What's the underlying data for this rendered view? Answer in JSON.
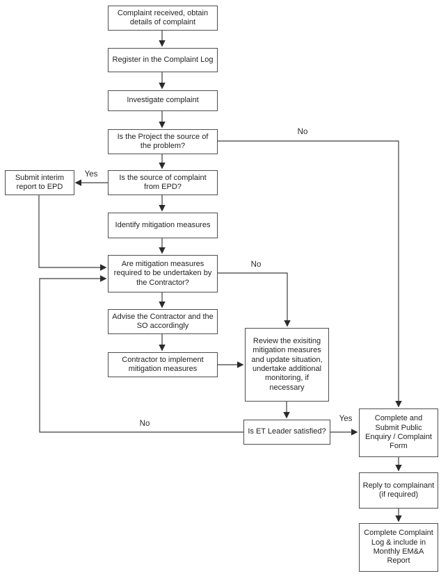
{
  "diagram": {
    "description": "Complaint handling flowchart",
    "colors": {
      "background": "#ffffff",
      "line": "#3c3c3c",
      "box_border": "#4d4d4d",
      "text": "#1f1f1f"
    },
    "nodes": [
      {
        "id": "complaint-received",
        "label": "Complaint received, obtain details of complaint"
      },
      {
        "id": "register-log",
        "label": "Register in the Complaint Log"
      },
      {
        "id": "investigate",
        "label": "Investigate complaint"
      },
      {
        "id": "project-source",
        "label": "Is the Project the source of the problem?"
      },
      {
        "id": "source-epd",
        "label": "Is the source of complaint from EPD?"
      },
      {
        "id": "submit-interim",
        "label": "Submit interim report to EPD"
      },
      {
        "id": "identify-mitigation",
        "label": "Identify mitigation measures"
      },
      {
        "id": "mitigation-required",
        "label": "Are mitigation measures required to be undertaken by the Contractor?"
      },
      {
        "id": "advise-contractor",
        "label": "Advise the Contractor and the SO accordingly"
      },
      {
        "id": "contractor-implement",
        "label": "Contractor to implement mitigation measures"
      },
      {
        "id": "review-existing",
        "label": "Review the exisiting mitigation measures and update situation, undertake additional monitoring, if necessary"
      },
      {
        "id": "et-satisfied",
        "label": "Is ET Leader satisfied?"
      },
      {
        "id": "complete-form",
        "label": "Complete and Submit Public Enquiry / Complaint Form"
      },
      {
        "id": "reply-complainant",
        "label": "Reply to complainant (if required)"
      },
      {
        "id": "complete-log",
        "label": "Complete Complaint Log & include in Monthly EM&A Report"
      }
    ],
    "edge_labels": {
      "project_no": "No",
      "epd_yes": "Yes",
      "mitigation_no": "No",
      "et_no": "No",
      "et_yes": "Yes"
    }
  }
}
